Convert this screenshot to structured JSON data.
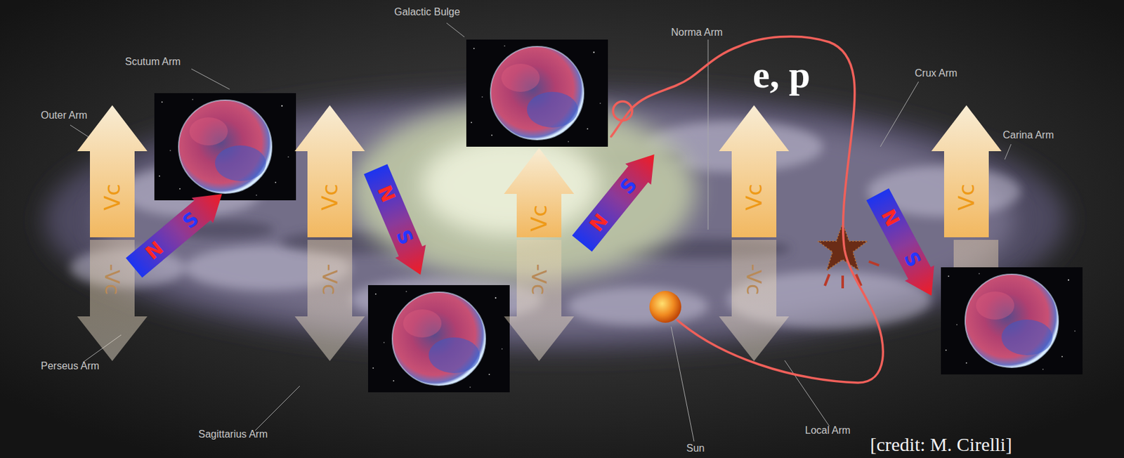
{
  "diagram": {
    "nodes": [
      {
        "text": [
          "Vc"
        ]
      },
      {
        "text": [
          "Vc"
        ]
      },
      {
        "text": [
          "Vc"
        ]
      },
      {
        "text": [
          "Vc"
        ]
      },
      {
        "text": [
          "Vc"
        ]
      },
      {
        "text": [
          "-Vc"
        ]
      },
      {
        "text": [
          "-Vc"
        ]
      },
      {
        "text": [
          "-Vc"
        ]
      },
      {
        "text": [
          "-Vc"
        ]
      },
      {
        "text": [
          "N",
          "S"
        ]
      },
      {
        "text": [
          "N",
          "S"
        ]
      },
      {
        "text": [
          "N",
          "S"
        ]
      },
      {
        "text": [
          "N",
          "S"
        ]
      }
    ],
    "labels": [
      "Galactic Bulge",
      "Norma Arm",
      "Scutum Arm",
      "Crux Arm",
      "Outer Arm",
      "Carina Arm",
      "Perseus Arm",
      "Sagittarius Arm",
      "Sun",
      "Local Arm",
      "e, p",
      "[credit: M. Cirelli]"
    ]
  }
}
